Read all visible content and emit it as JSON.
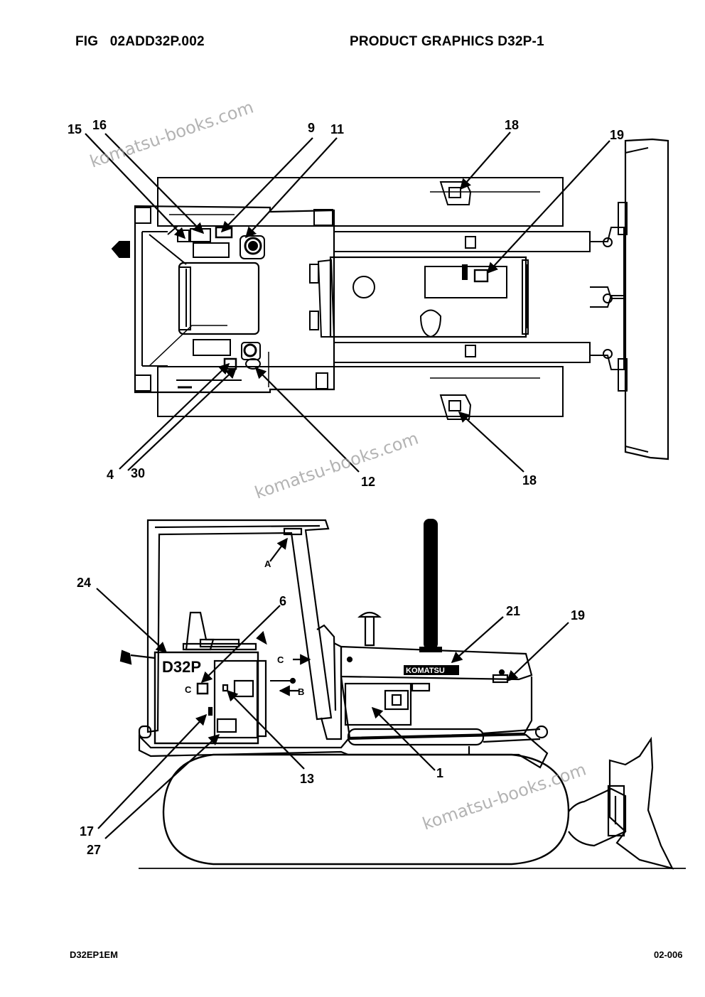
{
  "header": {
    "fig_prefix": "FIG",
    "fig_code": "02ADD32P.002",
    "title": "PRODUCT GRAPHICS D32P-1"
  },
  "footer": {
    "doc_code": "D32EP1EM",
    "page_number": "02-006"
  },
  "watermark": "komatsu-books.com",
  "decals": {
    "model": "D32P",
    "brand": "KOMATSU",
    "view_c": "C",
    "view_b": "B",
    "view_a": "A",
    "mark_c": "C"
  },
  "top_view_callouts": [
    "15",
    "16",
    "9",
    "11",
    "18",
    "19",
    "4",
    "30",
    "12",
    "18"
  ],
  "side_view_callouts": [
    "24",
    "6",
    "21",
    "19",
    "13",
    "1",
    "17",
    "27"
  ]
}
